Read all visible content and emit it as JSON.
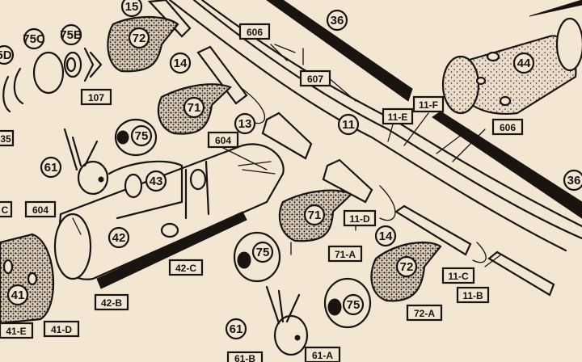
{
  "circled_labels": [
    "15",
    "72",
    "75C",
    "75B",
    "5D",
    "36",
    "44",
    "14",
    "71",
    "75",
    "13",
    "11",
    "61",
    "43",
    "42",
    "71",
    "36",
    "14",
    "72",
    "75",
    "61",
    "75",
    "41"
  ],
  "boxed_labels": [
    "107",
    "606",
    "607",
    "11-F",
    "11-E",
    "606",
    "604",
    "604",
    "C",
    "42-C",
    "11-D",
    "71-A",
    "42-B",
    "11-C",
    "11-B",
    "72-A",
    "41-E",
    "41-D",
    "61-B",
    "61-A",
    "35"
  ],
  "colors": {
    "paper": "#f3e6d3",
    "ink": "#1a1410"
  }
}
